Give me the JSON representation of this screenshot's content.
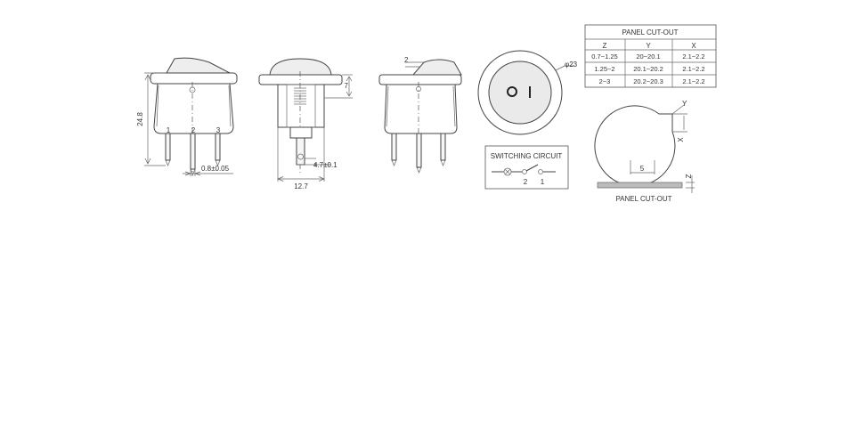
{
  "labels": {
    "height": "24.8",
    "pin1": "1",
    "pin2": "2",
    "pin3": "3",
    "pin_thickness": "0.8±0.05",
    "pin_spacing": "4.7±0.1",
    "body_width": "12.7",
    "depth": "7",
    "tilt": "2",
    "diameter": "φ23",
    "switching_circuit": "SWITCHING CIRCUIT",
    "circuit_pin2": "2",
    "circuit_pin1": "1",
    "cutout_y": "Y",
    "cutout_x": "X",
    "cutout_z": "Z",
    "cutout_5": "5",
    "panel_cutout_bottom": "PANEL CUT-OUT"
  },
  "panel_table": {
    "title": "PANEL CUT-OUT",
    "headers": [
      "Z",
      "Y",
      "X"
    ],
    "rows": [
      [
        "0.7~1.25",
        "20~20.1",
        "2.1~2.2"
      ],
      [
        "1.25~2",
        "20.1~20.2",
        "2.1~2.2"
      ],
      [
        "2~3",
        "20.2~20.3",
        "2.1~2.2"
      ]
    ]
  }
}
